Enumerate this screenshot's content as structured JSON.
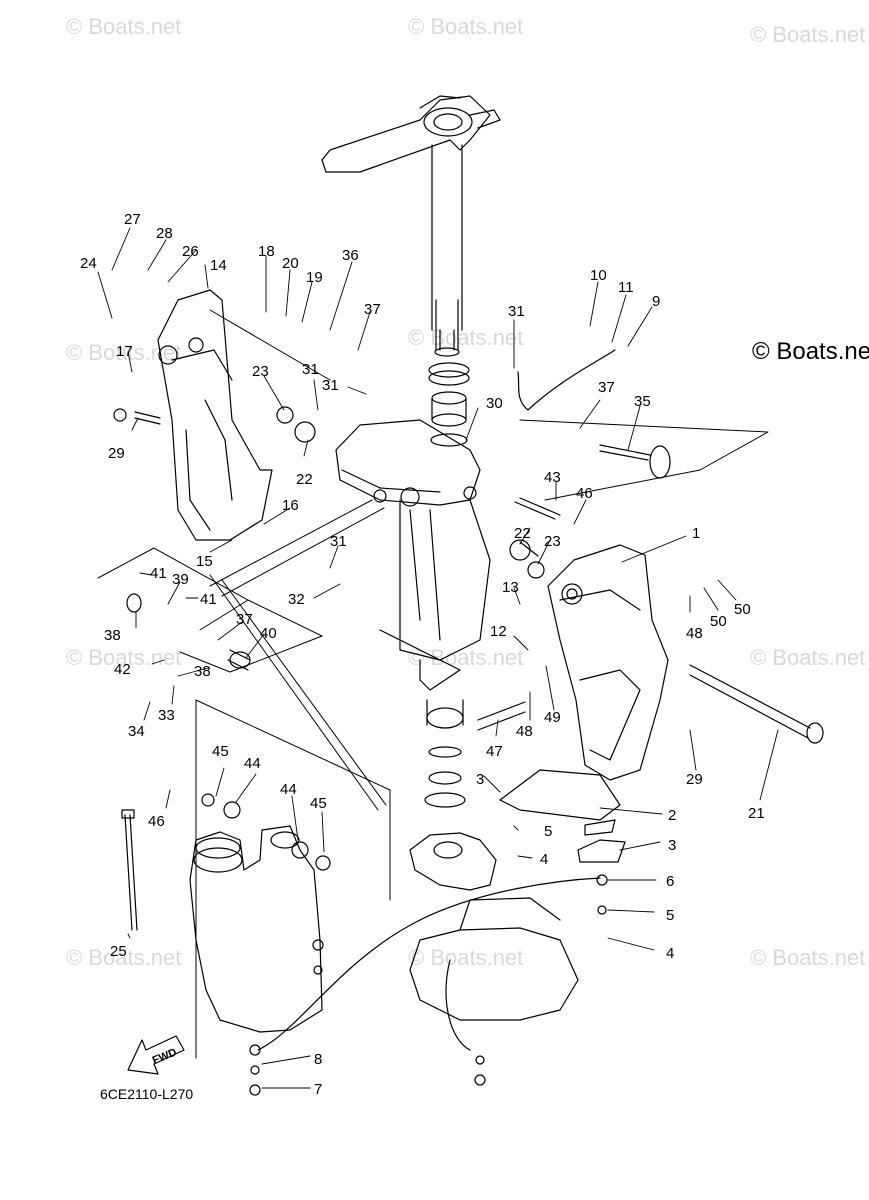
{
  "watermark": "© Boats.net",
  "fwd_label": "FWD",
  "diagram_code": "6CE2110-L270",
  "callouts": [
    "27",
    "28",
    "26",
    "24",
    "14",
    "18",
    "20",
    "19",
    "36",
    "10",
    "11",
    "9",
    "17",
    "31",
    "37",
    "23",
    "31",
    "31",
    "30",
    "37",
    "35",
    "29",
    "22",
    "43",
    "46",
    "16",
    "15",
    "22",
    "23",
    "1",
    "31",
    "32",
    "41",
    "39",
    "41",
    "38",
    "37",
    "40",
    "13",
    "48",
    "50",
    "50",
    "12",
    "42",
    "38",
    "34",
    "33",
    "49",
    "48",
    "47",
    "29",
    "21",
    "3",
    "45",
    "44",
    "46",
    "44",
    "45",
    "2",
    "5",
    "3",
    "4",
    "6",
    "5",
    "4",
    "25",
    "8",
    "7"
  ]
}
